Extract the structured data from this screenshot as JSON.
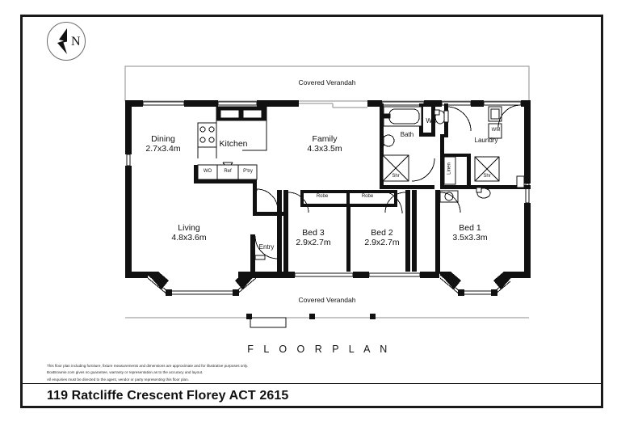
{
  "document": {
    "title": "FLOOR PLAN",
    "title_spaced": "F L O O R   P L A N",
    "address": "119 Ratcliffe Crescent Florey ACT 2615",
    "compass_letter": "N",
    "compass_icon": "north-arrow-icon"
  },
  "disclaimer": {
    "line1": "This floor plan including furniture, fixture measurements and dimensions are approximate and for illustrative purposes only.",
    "line2": "BoxBrownie.com gives no guarantee, warranty or representation as to the accuracy and layout.",
    "line3": "All enquiries must be directed to the agent, vendor or party representing this floor plan."
  },
  "outdoor": {
    "verandah_top": "Covered Verandah",
    "verandah_bottom": "Covered Verandah"
  },
  "rooms": [
    {
      "key": "dining",
      "name": "Dining",
      "dimensions": "2.7x3.4m"
    },
    {
      "key": "kitchen",
      "name": "Kitchen",
      "dimensions": ""
    },
    {
      "key": "family",
      "name": "Family",
      "dimensions": "4.3x3.5m"
    },
    {
      "key": "living",
      "name": "Living",
      "dimensions": "4.8x3.6m"
    },
    {
      "key": "entry",
      "name": "Entry",
      "dimensions": ""
    },
    {
      "key": "bath",
      "name": "Bath",
      "dimensions": ""
    },
    {
      "key": "wc",
      "name": "WC",
      "dimensions": ""
    },
    {
      "key": "laundry",
      "name": "Laundry",
      "dimensions": ""
    },
    {
      "key": "bed3",
      "name": "Bed 3",
      "dimensions": "2.9x2.7m"
    },
    {
      "key": "bed2",
      "name": "Bed 2",
      "dimensions": "2.9x2.7m"
    },
    {
      "key": "bed1",
      "name": "Bed 1",
      "dimensions": "3.5x3.3m"
    }
  ],
  "fixtures": {
    "wall_oven": "WO",
    "fridge": "Ref",
    "pantry": "P'try",
    "robe_bed3": "Robe",
    "robe_bed2": "Robe",
    "shower_bath": "Shr",
    "shower_ensuite": "Shr",
    "washing_machine": "WM",
    "linen": "Linen"
  },
  "colors": {
    "wall": "#111111",
    "line": "#1a1a1a",
    "text": "#111111",
    "background": "#ffffff",
    "verandah_outline": "#8c8c8c"
  }
}
